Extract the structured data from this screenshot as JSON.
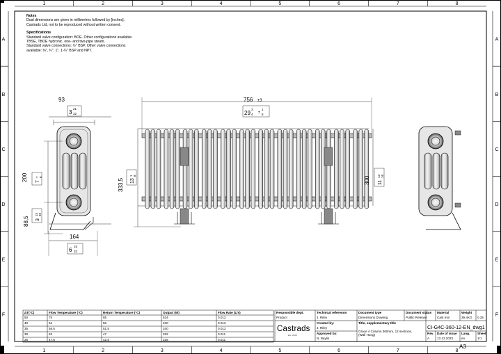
{
  "notes": {
    "heading": "Notes",
    "lines": [
      "Dual dimensions are given in millimetres followed by [inches].",
      "Castrads Ltd, not to be reproduced without written consent."
    ],
    "spec_heading": "Specifications",
    "spec_lines": [
      "Standard valve configuration: BOE. Other configurations available.",
      "TBSE, TBOE hydronic, one- and two-pipe steam.",
      "Standard valve connections: ½\" BSP. Other valve connections",
      "available: ⅜\", ¾\", 1\", 1-¼\" BSP and NPT."
    ]
  },
  "grid": {
    "columns": [
      "1",
      "2",
      "3",
      "4",
      "5",
      "6",
      "7",
      "8"
    ],
    "rows": [
      "A",
      "B",
      "C",
      "D",
      "E",
      "F"
    ]
  },
  "dimensions": {
    "side_width_mm": "93",
    "side_width_in_whole": "3",
    "side_width_in_num": "21",
    "side_width_in_den": "32",
    "side_height_mm": "200",
    "side_height_in_whole": "7",
    "side_height_in_num": "7",
    "side_height_in_den": "8",
    "side_lower_mm": "88,5",
    "side_lower_in_whole": "3",
    "side_lower_in_num": "15",
    "side_lower_in_den": "32",
    "side_depth_mm": "164",
    "side_depth_in_whole": "6",
    "side_depth_in_num": "15",
    "side_depth_in_den": "32",
    "front_length_mm": "756",
    "front_length_tol": "±3",
    "front_length_in_whole": "29",
    "front_length_in_num": "3",
    "front_length_in_den": "4",
    "front_length_tol_in_num": "1",
    "front_length_tol_in_den": "8",
    "front_height_mm": "333,5",
    "front_height_in_whole": "13",
    "front_height_in_num": "1",
    "front_height_in_den": "8",
    "centres_mm": "300",
    "centres_in_whole": "11",
    "centres_in_num": "13",
    "centres_in_den": "16"
  },
  "performance_table": {
    "headers": [
      "ΔT(°C)",
      "Flow Temperature (°C)",
      "Return Temperature (°C)",
      "Output (W)",
      "Flow Rate (L/s)"
    ],
    "rows": [
      [
        "50",
        "75",
        "65",
        "524",
        "0.012"
      ],
      [
        "40",
        "64",
        "56",
        "400",
        "0.012"
      ],
      [
        "35",
        "58.5",
        "51.5",
        "340",
        "0.012"
      ],
      [
        "30",
        "53",
        "47",
        "282",
        "0.011"
      ],
      [
        "25",
        "47.5",
        "42.5",
        "225",
        "0.011"
      ]
    ]
  },
  "title_block": {
    "responsible_dept_label": "Responsible dept.",
    "responsible_dept": "Product",
    "technical_ref_label": "Technical reference:",
    "technical_ref": "J. Riley",
    "document_type_label": "Document type",
    "document_type": "Dimensions Drawing",
    "document_status_label": "Document status",
    "document_status": "Public Release",
    "material_label": "Material",
    "material": "Cast Iron",
    "weight_label": "Weight",
    "weight": "39.4KG",
    "scale_value": "0.25",
    "created_by_label": "Created by:",
    "created_by": "J. Riley",
    "approved_by_label": "Approved by:",
    "approved_by": "N. Baylis",
    "title_label": "Title, supplementary title",
    "title_line1": "Grace 4 Column 360mm, 12 sections,",
    "title_line2": "(Wall Hung)",
    "drawing_number": "CI-G4C-360-12-EN_dwg1",
    "rev_label": "Rev.",
    "rev": "A",
    "date_label": "Date of issue",
    "date": "13.12.2023",
    "lang_label": "Lang.",
    "lang": "en",
    "sheet_label": "Sheet",
    "sheet": "1/1",
    "logo": "Castrads",
    "logo_sub": "Est. 2008",
    "sheet_size": "A3"
  }
}
